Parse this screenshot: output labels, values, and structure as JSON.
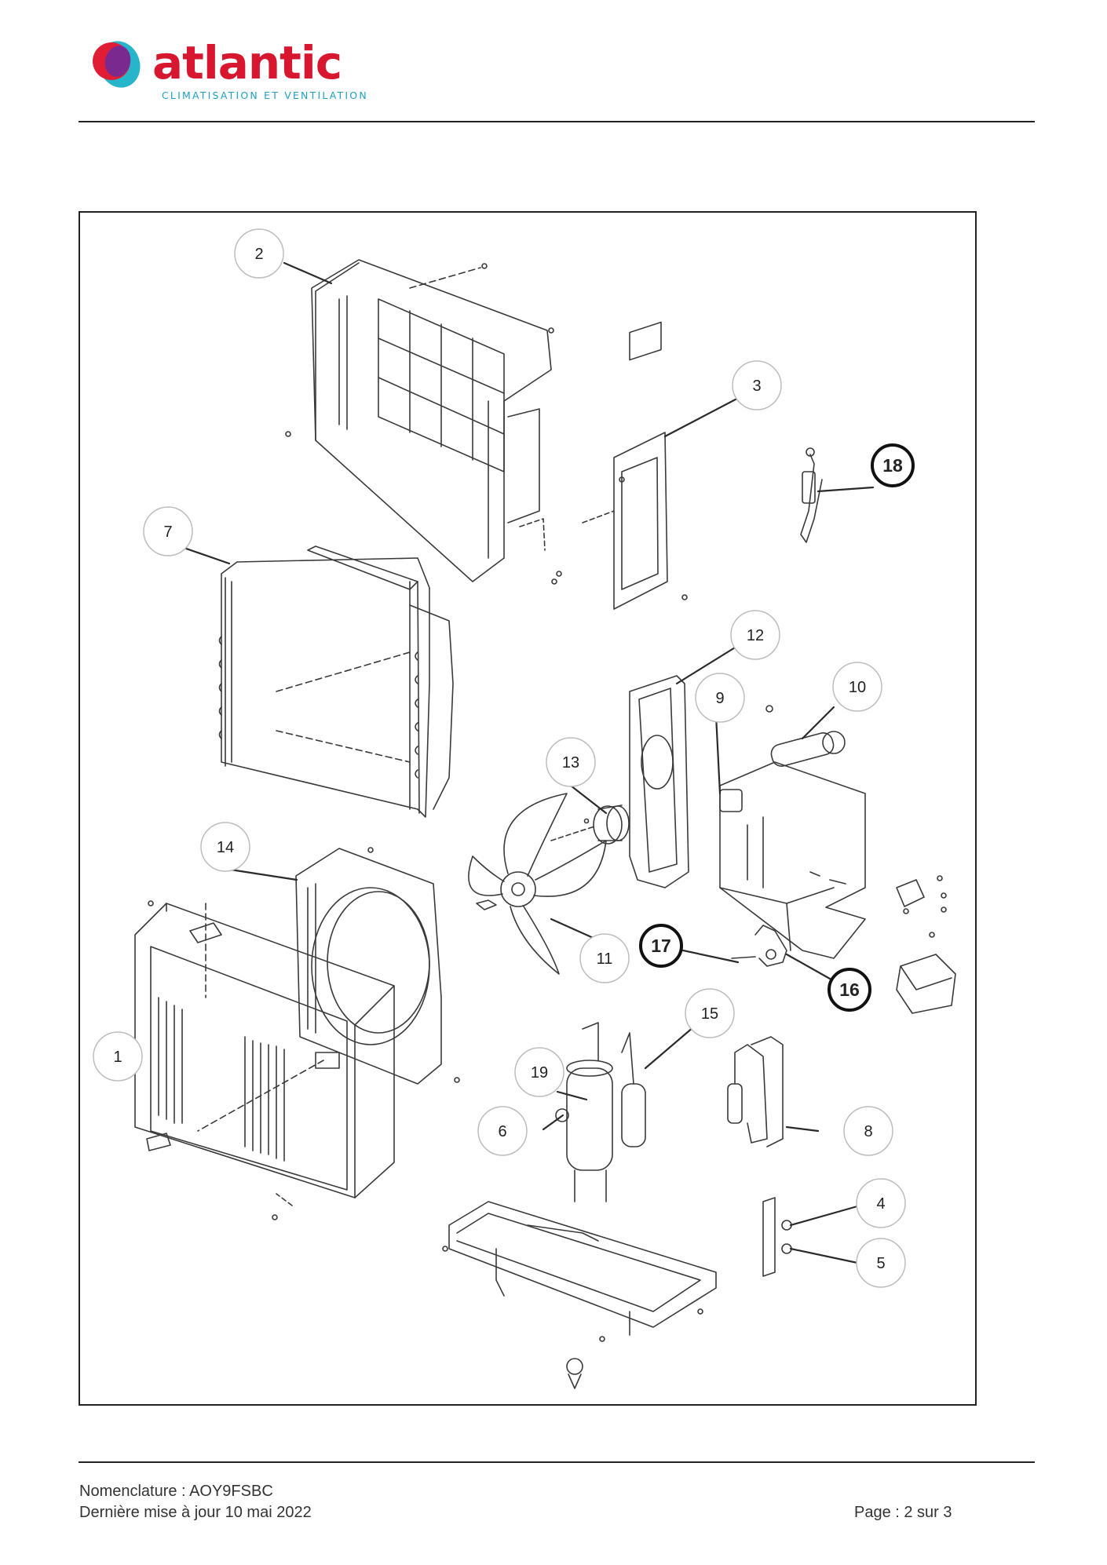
{
  "brand": {
    "name": "atlantic",
    "tagline": "CLIMATISATION ET VENTILATION",
    "colors": {
      "wordmark": "#d7172f",
      "tagline": "#1f9fc2",
      "blob_red": "#e01d35",
      "blob_purple": "#7a2a8e",
      "blob_cyan": "#27b5cc"
    }
  },
  "diagram": {
    "callouts": [
      {
        "n": "1",
        "style": "thin"
      },
      {
        "n": "2",
        "style": "thin"
      },
      {
        "n": "3",
        "style": "thin"
      },
      {
        "n": "4",
        "style": "thin"
      },
      {
        "n": "5",
        "style": "thin"
      },
      {
        "n": "6",
        "style": "thin"
      },
      {
        "n": "7",
        "style": "thin"
      },
      {
        "n": "8",
        "style": "thin"
      },
      {
        "n": "9",
        "style": "thin"
      },
      {
        "n": "10",
        "style": "thin"
      },
      {
        "n": "11",
        "style": "thin"
      },
      {
        "n": "12",
        "style": "thin"
      },
      {
        "n": "13",
        "style": "thin"
      },
      {
        "n": "14",
        "style": "thin"
      },
      {
        "n": "15",
        "style": "thin"
      },
      {
        "n": "16",
        "style": "bold"
      },
      {
        "n": "17",
        "style": "bold"
      },
      {
        "n": "18",
        "style": "bold"
      },
      {
        "n": "19",
        "style": "thin"
      }
    ]
  },
  "footer": {
    "reference": "Nomenclature : AOY9FSBC",
    "updated": "Dernière mise à jour 10 mai 2022",
    "page": "Page : 2 sur 3"
  }
}
